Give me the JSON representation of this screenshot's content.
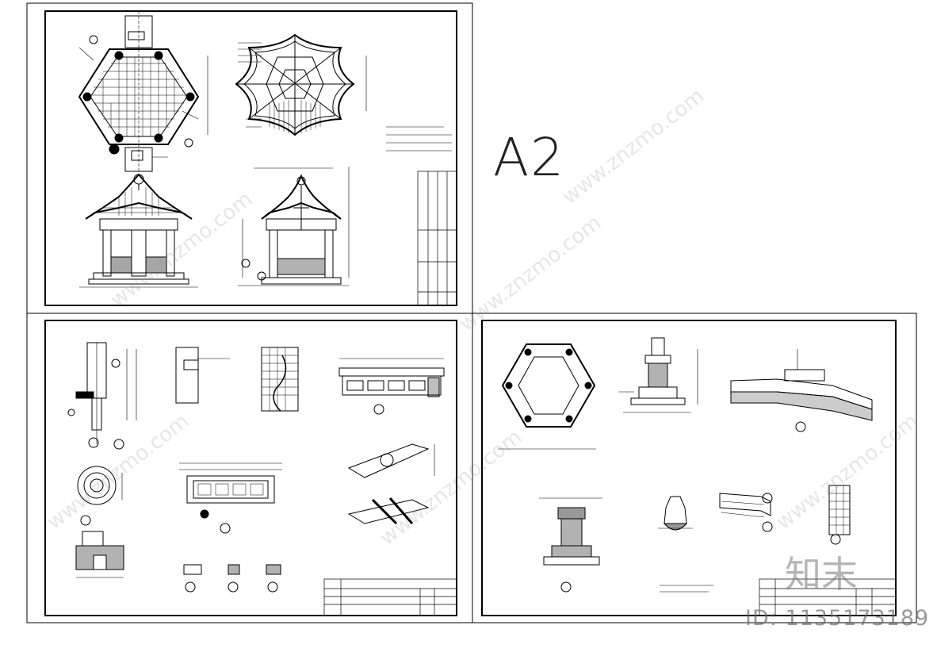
{
  "sheet": {
    "size_label": "A2"
  },
  "brand": {
    "logo_text": "知末",
    "id_text": "ID: 1135173189"
  },
  "watermarks": [
    "www.znzmo.com",
    "www.znzmo.com",
    "www.znzmo.com",
    "www.znzmo.com",
    "www.znzmo.com",
    "www.znzmo.com"
  ],
  "colors": {
    "line": "#000000",
    "watermark": "#8c8c8c"
  }
}
